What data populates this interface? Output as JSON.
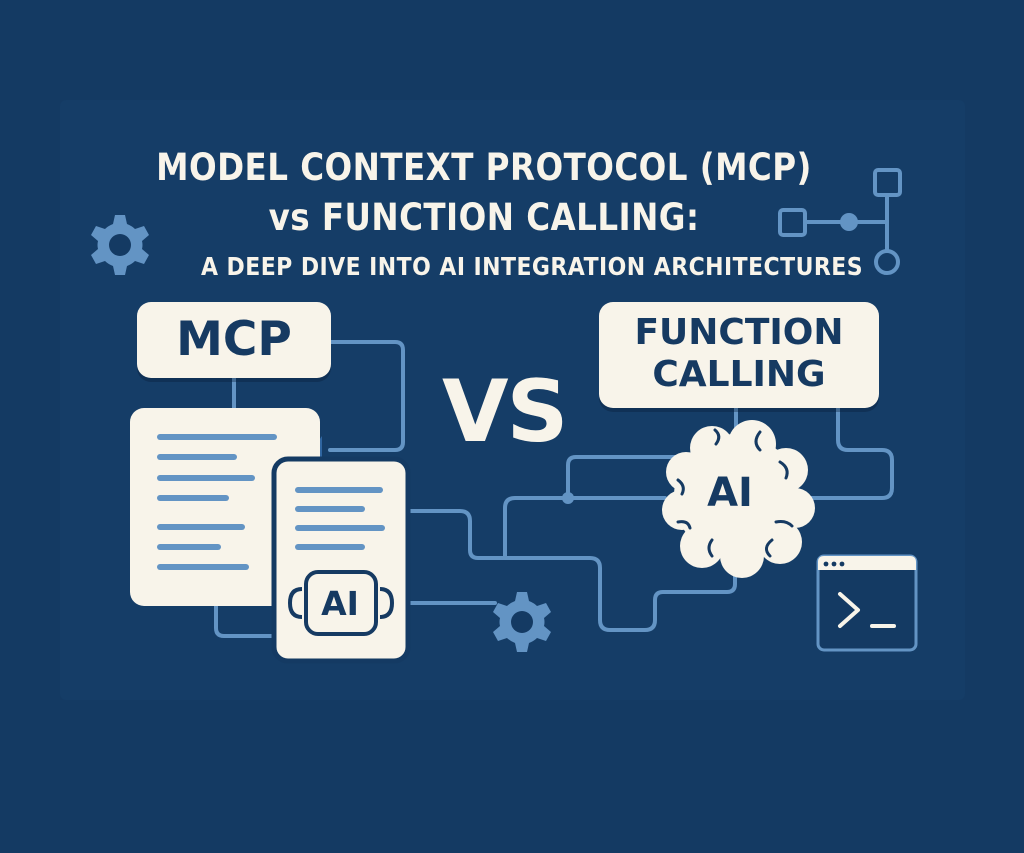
{
  "title": {
    "line1": "MODEL CONTEXT PROTOCOL (MCP)",
    "line2": "vs FUNCTION CALLING:",
    "subtitle": "A DEEP DIVE INTO AI INTEGRATION ARCHITECTURES"
  },
  "left": {
    "label": "MCP",
    "doc_badge": "AI",
    "icons": [
      "gear-icon",
      "document-icon",
      "ai-chip-icon"
    ]
  },
  "center": {
    "versus": "VS",
    "icons": [
      "gear-icon"
    ]
  },
  "right": {
    "label_line1": "FUNCTION",
    "label_line2": "CALLING",
    "brain_badge": "AI",
    "icons": [
      "brain-icon",
      "terminal-icon",
      "node-graph-icon"
    ]
  },
  "colors": {
    "background": "#143a63",
    "cream": "#f8f4ea",
    "accent_blue": "#6394c4",
    "text_navy": "#163a62"
  }
}
